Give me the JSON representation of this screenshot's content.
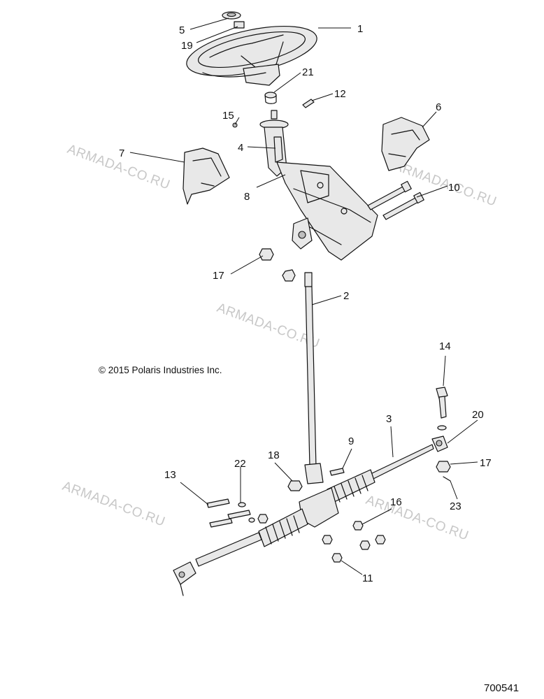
{
  "copyright": "© 2015 Polaris Industries Inc.",
  "document_number": "700541",
  "watermark": "ARMADA-CO.RU",
  "callouts": {
    "c1": "1",
    "c2": "2",
    "c3": "3",
    "c4": "4",
    "c5": "5",
    "c6": "6",
    "c7": "7",
    "c8": "8",
    "c9": "9",
    "c10": "10",
    "c11": "11",
    "c12": "12",
    "c13": "13",
    "c14": "14",
    "c15": "15",
    "c16": "16",
    "c17a": "17",
    "c17b": "17",
    "c18": "18",
    "c19": "19",
    "c20": "20",
    "c21": "21",
    "c22": "22",
    "c23": "23"
  }
}
